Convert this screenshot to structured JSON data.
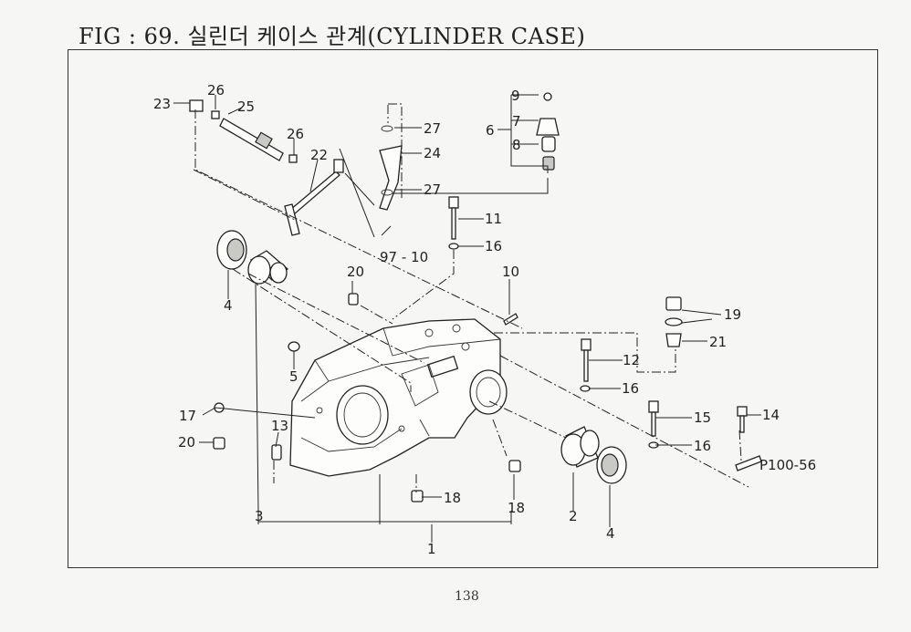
{
  "title": "FIG : 69. 실린더 케이스 관계(CYLINDER CASE)",
  "page_number": "138",
  "callouts": [
    {
      "id": "c1",
      "text": "1"
    },
    {
      "id": "c2",
      "text": "2"
    },
    {
      "id": "c3",
      "text": "3"
    },
    {
      "id": "c4a",
      "text": "4"
    },
    {
      "id": "c4b",
      "text": "4"
    },
    {
      "id": "c5",
      "text": "5"
    },
    {
      "id": "c6",
      "text": "6"
    },
    {
      "id": "c7",
      "text": "7"
    },
    {
      "id": "c8",
      "text": "8"
    },
    {
      "id": "c9",
      "text": "9"
    },
    {
      "id": "c10",
      "text": "10"
    },
    {
      "id": "c11",
      "text": "11"
    },
    {
      "id": "c12",
      "text": "12"
    },
    {
      "id": "c13",
      "text": "13"
    },
    {
      "id": "c14",
      "text": "14"
    },
    {
      "id": "c15",
      "text": "15"
    },
    {
      "id": "c16a",
      "text": "16"
    },
    {
      "id": "c16b",
      "text": "16"
    },
    {
      "id": "c16c",
      "text": "16"
    },
    {
      "id": "c17",
      "text": "17"
    },
    {
      "id": "c18a",
      "text": "18"
    },
    {
      "id": "c18b",
      "text": "18"
    },
    {
      "id": "c19",
      "text": "19"
    },
    {
      "id": "c20a",
      "text": "20"
    },
    {
      "id": "c20b",
      "text": "20"
    },
    {
      "id": "c21",
      "text": "21"
    },
    {
      "id": "c22",
      "text": "22"
    },
    {
      "id": "c23",
      "text": "23"
    },
    {
      "id": "c24",
      "text": "24"
    },
    {
      "id": "c25",
      "text": "25"
    },
    {
      "id": "c26a",
      "text": "26"
    },
    {
      "id": "c26b",
      "text": "26"
    },
    {
      "id": "c27a",
      "text": "27"
    },
    {
      "id": "c27b",
      "text": "27"
    },
    {
      "id": "cref1",
      "text": "97 - 10"
    },
    {
      "id": "cref2",
      "text": "P100-56"
    }
  ]
}
